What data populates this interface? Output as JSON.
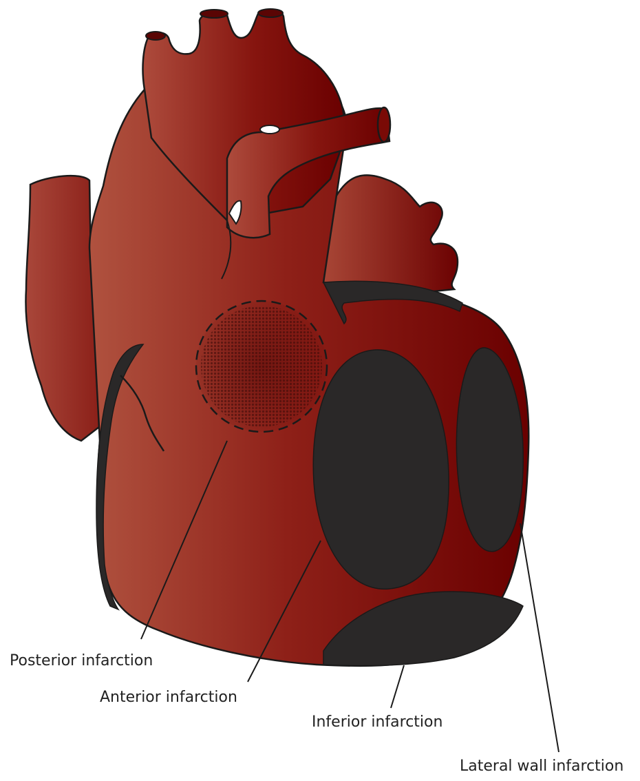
{
  "labels": {
    "posterior": "Posterior infarction",
    "anterior": "Anterior infarction",
    "inferior": "Inferior infarction",
    "lateral": "Lateral wall infarction"
  },
  "colors": {
    "heart_light": "#a9473a",
    "heart_mid": "#8a1c16",
    "heart_dark": "#6a0000",
    "infarct": "#2a2828",
    "outline": "#1a1a1a",
    "background": "#ffffff"
  }
}
